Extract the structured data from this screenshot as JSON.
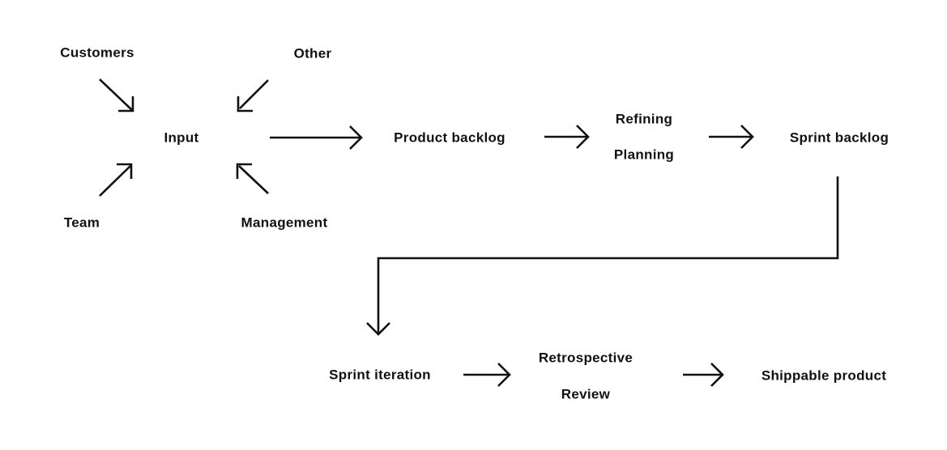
{
  "nodes": {
    "customers": "Customers",
    "other": "Other",
    "team": "Team",
    "management": "Management",
    "input": "Input",
    "product_backlog": "Product backlog",
    "refining": "Refining",
    "planning": "Planning",
    "sprint_backlog": "Sprint backlog",
    "sprint_iteration": "Sprint iteration",
    "retrospective": "Retrospective",
    "review": "Review",
    "shippable_product": "Shippable product"
  },
  "colors": {
    "line": "#111111",
    "text": "#111111",
    "background": "#ffffff"
  }
}
